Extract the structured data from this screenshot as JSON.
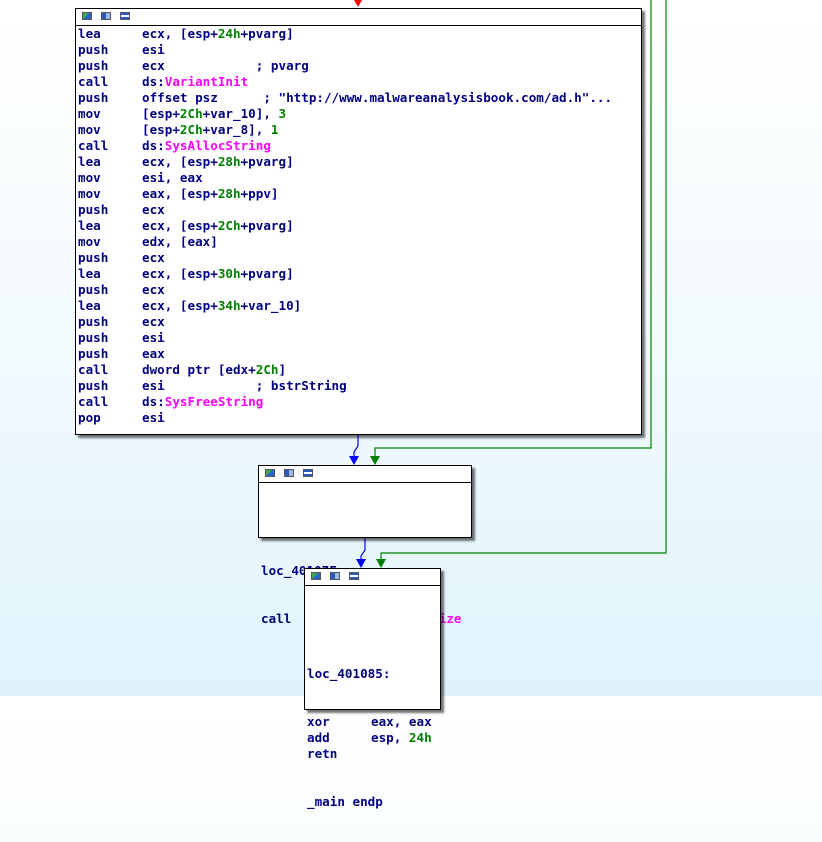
{
  "block1": {
    "lines": [
      {
        "m": "lea",
        "ops": [
          {
            "t": "ecx, [esp+"
          },
          {
            "t": "24h",
            "c": "num"
          },
          {
            "t": "+pvarg]"
          }
        ]
      },
      {
        "m": "push",
        "ops": [
          {
            "t": "esi"
          }
        ]
      },
      {
        "m": "push",
        "ops": [
          {
            "t": "ecx"
          },
          {
            "t": "            ; pvarg",
            "c": "cmt"
          }
        ]
      },
      {
        "m": "call",
        "ops": [
          {
            "t": "ds:"
          },
          {
            "t": "VariantInit",
            "c": "fn"
          }
        ]
      },
      {
        "m": "push",
        "ops": [
          {
            "t": "offset psz"
          },
          {
            "t": "      ; \"http://www.malwareanalysisbook.com/ad.h\"...",
            "c": "cmt"
          }
        ]
      },
      {
        "m": "mov",
        "ops": [
          {
            "t": "[esp+"
          },
          {
            "t": "2Ch",
            "c": "num"
          },
          {
            "t": "+var_10], "
          },
          {
            "t": "3",
            "c": "num"
          }
        ]
      },
      {
        "m": "mov",
        "ops": [
          {
            "t": "[esp+"
          },
          {
            "t": "2Ch",
            "c": "num"
          },
          {
            "t": "+var_8], "
          },
          {
            "t": "1",
            "c": "num"
          }
        ]
      },
      {
        "m": "call",
        "ops": [
          {
            "t": "ds:"
          },
          {
            "t": "SysAllocString",
            "c": "fn"
          }
        ]
      },
      {
        "m": "lea",
        "ops": [
          {
            "t": "ecx, [esp+"
          },
          {
            "t": "28h",
            "c": "num"
          },
          {
            "t": "+pvarg]"
          }
        ]
      },
      {
        "m": "mov",
        "ops": [
          {
            "t": "esi, eax"
          }
        ]
      },
      {
        "m": "mov",
        "ops": [
          {
            "t": "eax, [esp+"
          },
          {
            "t": "28h",
            "c": "num"
          },
          {
            "t": "+ppv]"
          }
        ]
      },
      {
        "m": "push",
        "ops": [
          {
            "t": "ecx"
          }
        ]
      },
      {
        "m": "lea",
        "ops": [
          {
            "t": "ecx, [esp+"
          },
          {
            "t": "2Ch",
            "c": "num"
          },
          {
            "t": "+pvarg]"
          }
        ]
      },
      {
        "m": "mov",
        "ops": [
          {
            "t": "edx, [eax]"
          }
        ]
      },
      {
        "m": "push",
        "ops": [
          {
            "t": "ecx"
          }
        ]
      },
      {
        "m": "lea",
        "ops": [
          {
            "t": "ecx, [esp+"
          },
          {
            "t": "30h",
            "c": "num"
          },
          {
            "t": "+pvarg]"
          }
        ]
      },
      {
        "m": "push",
        "ops": [
          {
            "t": "ecx"
          }
        ]
      },
      {
        "m": "lea",
        "ops": [
          {
            "t": "ecx, [esp+"
          },
          {
            "t": "34h",
            "c": "num"
          },
          {
            "t": "+var_10]"
          }
        ]
      },
      {
        "m": "push",
        "ops": [
          {
            "t": "ecx"
          }
        ]
      },
      {
        "m": "push",
        "ops": [
          {
            "t": "esi"
          }
        ]
      },
      {
        "m": "push",
        "ops": [
          {
            "t": "eax"
          }
        ]
      },
      {
        "m": "call",
        "ops": [
          {
            "t": "dword ptr [edx+"
          },
          {
            "t": "2Ch",
            "c": "num"
          },
          {
            "t": "]"
          }
        ]
      },
      {
        "m": "push",
        "ops": [
          {
            "t": "esi"
          },
          {
            "t": "            ; bstrString",
            "c": "cmt"
          }
        ]
      },
      {
        "m": "call",
        "ops": [
          {
            "t": "ds:"
          },
          {
            "t": "SysFreeString",
            "c": "fn"
          }
        ]
      },
      {
        "m": "pop",
        "ops": [
          {
            "t": "esi"
          }
        ]
      }
    ]
  },
  "block2": {
    "label": "loc_40107F:",
    "lines": [
      {
        "m": "call",
        "ops": [
          {
            "t": "ds:"
          },
          {
            "t": "OleUninitialize",
            "c": "fn"
          }
        ]
      }
    ]
  },
  "block3": {
    "label": "loc_401085:",
    "lines": [
      {
        "m": "xor",
        "ops": [
          {
            "t": "eax, eax"
          }
        ]
      },
      {
        "m": "add",
        "ops": [
          {
            "t": "esp, "
          },
          {
            "t": "24h",
            "c": "num"
          }
        ]
      },
      {
        "m": "retn",
        "ops": []
      }
    ],
    "endp": "_main endp"
  },
  "colors": {
    "edge_true": "#008000",
    "edge_false": "#ff0000",
    "edge_seq": "#0000ff"
  }
}
